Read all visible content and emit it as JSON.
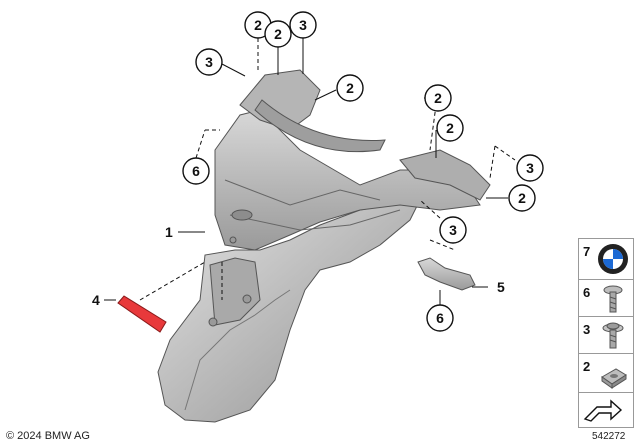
{
  "callouts": {
    "c_top_2a": "2",
    "c_top_2b": "2",
    "c_top_3a": "3",
    "c_left_3": "3",
    "c_right_2a": "2",
    "c_left_6": "6",
    "c_mid_2a": "2",
    "c_mid_2b": "2",
    "c_mid_3": "3",
    "c_mid_2c": "2",
    "c_low_3": "3",
    "c_low_6": "6"
  },
  "labels": {
    "part_1": "1",
    "part_4": "4",
    "part_5": "5"
  },
  "legend": [
    {
      "number": "7",
      "icon": "bmw-roundel-icon"
    },
    {
      "number": "6",
      "icon": "torx-bolt-icon"
    },
    {
      "number": "3",
      "icon": "flange-screw-icon"
    },
    {
      "number": "2",
      "icon": "clip-nut-icon"
    },
    {
      "number": "",
      "icon": "arrow-icon"
    }
  ],
  "footer": {
    "copyright": "© 2024 BMW AG",
    "diagram_number": "542272"
  },
  "colors": {
    "part_fill": "#c8c8c8",
    "part_dark": "#8d8d8d",
    "highlight": "#e8393b"
  }
}
